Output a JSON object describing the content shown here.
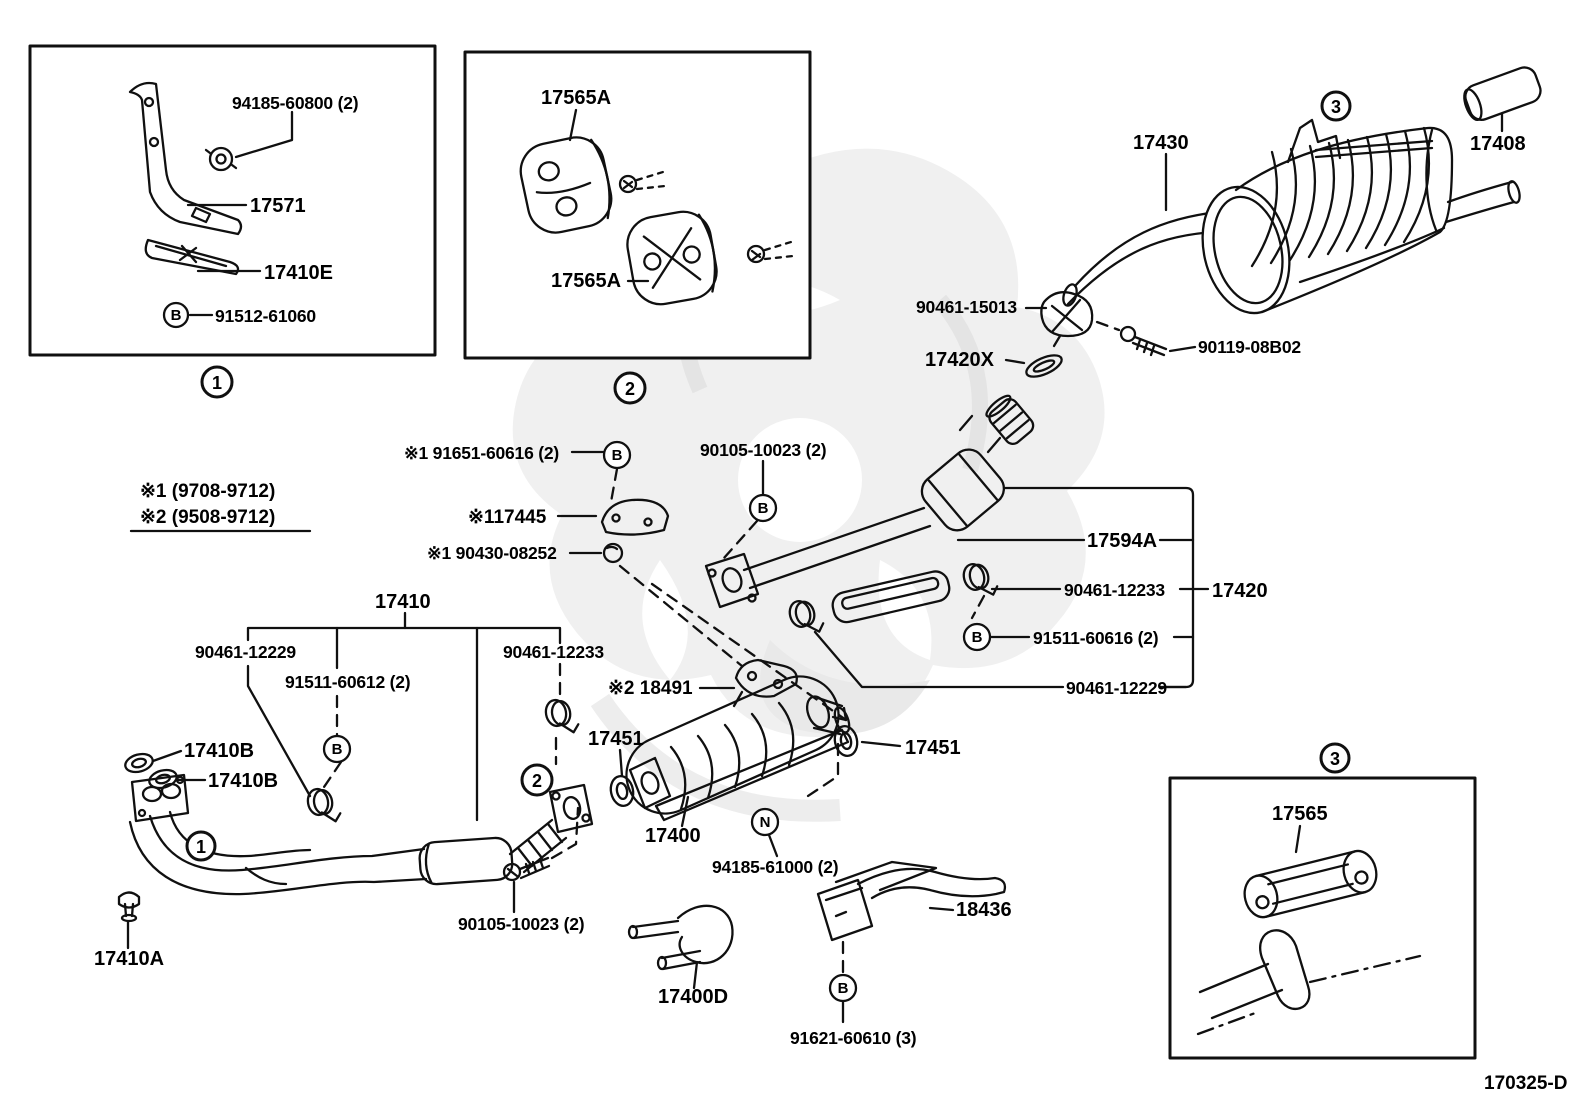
{
  "figure": {
    "code": "170325-D"
  },
  "notes": {
    "n1": "※1 (9708-9712)",
    "n2": "※2 (9508-9712)"
  },
  "callouts": {
    "c1": "1",
    "c2": "2",
    "c3": "3",
    "B": "B",
    "N": "N"
  },
  "labels": {
    "box1_bolt": "94185-60800 (2)",
    "bracket_17571": "17571",
    "plate_17410e": "17410E",
    "bolt_91512": "91512-61060",
    "hanger_17565a_top": "17565A",
    "hanger_17565a_bottom": "17565A",
    "muffler_17430": "17430",
    "tailtip_17408": "17408",
    "hanger_90461_15013": "90461-15013",
    "bolt_90119": "90119-08B02",
    "gasket_17420x": "17420X",
    "bolt_90105_top": "90105-10023 (2)",
    "nut_91651": "※1 91651-60616 (2)",
    "support_17445": "※117445",
    "gasket_90430": "※1 90430-08252",
    "insulator_17594a": "17594A",
    "clamp_90461_12233_right": "90461-12233",
    "pipe_17420": "17420",
    "bolt_91511_60616": "91511-60616 (2)",
    "clamp_90461_12229_right": "90461-12229",
    "pipe_17410": "17410",
    "clamp_90461_12229_left": "90461-12229",
    "bolt_91511_60612": "91511-60612 (2)",
    "clamp_90461_12233_left": "90461-12233",
    "bracket_18491": "※2 18491",
    "gasket_17451_left": "17451",
    "gasket_17451_right": "17451",
    "gasket_17410b_1": "17410B",
    "gasket_17410b_2": "17410B",
    "cat_17400": "17400",
    "nut_94185_61000": "94185-61000 (2)",
    "stud_17410a": "17410A",
    "bolt_90105_bottom": "90105-10023 (2)",
    "hanger_17400d": "17400D",
    "bracket_18436": "18436",
    "bolt_91621": "91621-60610 (3)",
    "hanger_17565": "17565"
  }
}
